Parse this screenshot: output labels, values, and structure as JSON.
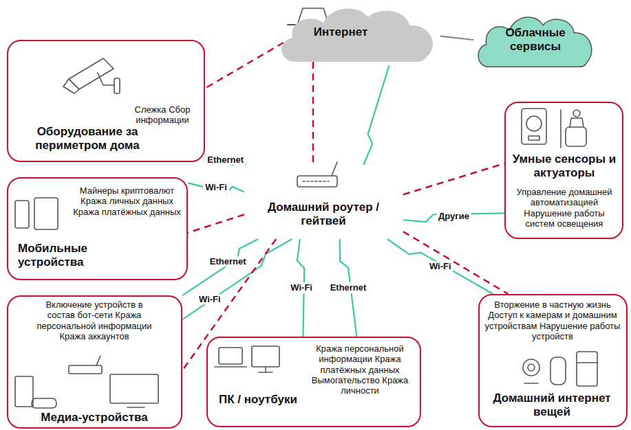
{
  "diagram": {
    "nodes": [
      {
        "text": [
          "Оборудование за периметром дома",
          "Слежка Сбор информации"
        ]
      },
      {
        "text": [
          "Интернет"
        ]
      },
      {
        "text": [
          "Облачные сервисы"
        ]
      },
      {
        "text": [
          "Умные сенсоры и актуаторы",
          "Управление домашней автоматизацией Нарушение работы систем освещения"
        ]
      },
      {
        "text": [
          "Мобильные устройства",
          "Майнеры криптовалют Кража личных данных Кража платёжных данных"
        ]
      },
      {
        "text": [
          "Домашний роутер / гейтвей"
        ]
      },
      {
        "text": [
          "Медиа-устройства",
          "Включение устройств в состав бот-сети Кража персональной информации Кража аккаунтов"
        ]
      },
      {
        "text": [
          "ПК / ноутбуки",
          "Кража персональной информации Кража платёжных данных Вымогательство Кража личности"
        ]
      },
      {
        "text": [
          "Домашний интернет вещей",
          "Вторжение в частную жизнь Доступ к камерам и домашним устройствам Нарушение работы устройств"
        ]
      }
    ],
    "edges": [
      {
        "from": 5,
        "to": 0,
        "label": "Ethernet",
        "arrow": "none"
      },
      {
        "from": 5,
        "to": 1,
        "arrow": "none"
      },
      {
        "from": 1,
        "to": 2,
        "arrow": "none"
      },
      {
        "from": 5,
        "to": 3,
        "label": "Другие",
        "arrow": "none"
      },
      {
        "from": 5,
        "to": 4,
        "label": "Wi-Fi",
        "arrow": "none"
      },
      {
        "from": 5,
        "to": 4,
        "arrow": "none"
      },
      {
        "from": 5,
        "to": 6,
        "label": "Ethernet",
        "arrow": "none"
      },
      {
        "from": 5,
        "to": 6,
        "label": "Wi-Fi",
        "arrow": "none"
      },
      {
        "from": 5,
        "to": 6,
        "arrow": "none"
      },
      {
        "from": 5,
        "to": 7,
        "label": "Wi-Fi",
        "arrow": "none"
      },
      {
        "from": 5,
        "to": 7,
        "label": "Ethernet",
        "arrow": "none"
      },
      {
        "from": 5,
        "to": 8,
        "label": "Wi-Fi",
        "arrow": "none"
      },
      {
        "from": 5,
        "to": 8,
        "arrow": "none"
      },
      {
        "from": 5,
        "to": 3,
        "arrow": "none"
      }
    ]
  }
}
